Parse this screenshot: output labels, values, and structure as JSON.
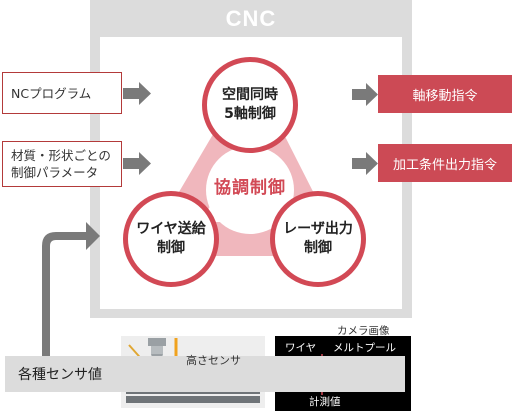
{
  "cnc": {
    "title": "CNC"
  },
  "inputs": [
    {
      "label": "NCプログラム"
    },
    {
      "label": "材質・形状ごとの\n制御パラメータ"
    }
  ],
  "outputs": [
    {
      "label": "軸移動指令"
    },
    {
      "label": "加工条件出力指令"
    }
  ],
  "circles": {
    "top": "空間同時\n5軸制御",
    "left": "ワイヤ送給\n制御",
    "right": "レーザ出力\n制御"
  },
  "center_label": "協調制御",
  "sensor": {
    "bar_label": "各種センサ値",
    "height_sensor_label": "高さセンサ"
  },
  "camera": {
    "caption": "カメラ画像",
    "wire_label": "ワイヤ",
    "melt_pool_label": "メルトプール",
    "measurement_label": "計測値"
  },
  "colors": {
    "accent_red": "#d24955",
    "output_box": "#cc4a55",
    "frame_gray": "#dcdcdc",
    "arrow_gray": "#7a7a7a"
  }
}
